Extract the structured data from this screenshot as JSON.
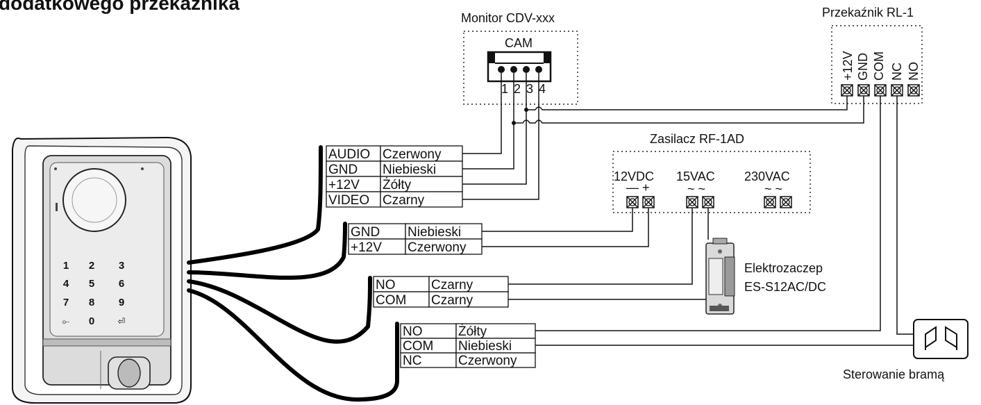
{
  "title": "dodatkowego przekaźnika",
  "monitor": {
    "name": "Monitor CDV-xxx",
    "connector": "CAM",
    "pins": [
      "1",
      "2",
      "3",
      "4"
    ]
  },
  "relay": {
    "name": "Przekaźnik RL-1",
    "terminals": [
      "+12V",
      "GND",
      "COM",
      "NC",
      "NO"
    ]
  },
  "psu": {
    "name": "Zasilacz RF-1AD",
    "groups": [
      {
        "label": "12VDC",
        "signs": "— +"
      },
      {
        "label": "15VAC",
        "signs": "~ ~"
      },
      {
        "label": "230VAC",
        "signs": "~ ~"
      }
    ]
  },
  "lock": {
    "name": "Elektrozaczep",
    "model": "ES-S12AC/DC"
  },
  "gate": {
    "label": "Sterowanie bramą"
  },
  "tables": {
    "video": [
      {
        "signal": "AUDIO",
        "color": "Czerwony"
      },
      {
        "signal": "GND",
        "color": "Niebieski"
      },
      {
        "signal": "+12V",
        "color": "Żółty"
      },
      {
        "signal": "VIDEO",
        "color": "Czarny"
      }
    ],
    "power": [
      {
        "signal": "GND",
        "color": "Niebieski"
      },
      {
        "signal": "+12V",
        "color": "Czerwony"
      }
    ],
    "lock_relay": [
      {
        "signal": "NO",
        "color": "Czarny"
      },
      {
        "signal": "COM",
        "color": "Czarny"
      }
    ],
    "gate_relay": [
      {
        "signal": "NO",
        "color": "Żółty"
      },
      {
        "signal": "COM",
        "color": "Niebieski"
      },
      {
        "signal": "NC",
        "color": "Czerwony"
      }
    ]
  },
  "panel": {
    "keys": [
      "1",
      "2",
      "3",
      "4",
      "5",
      "6",
      "7",
      "8",
      "9",
      "⟜",
      "0",
      "⏎"
    ]
  }
}
